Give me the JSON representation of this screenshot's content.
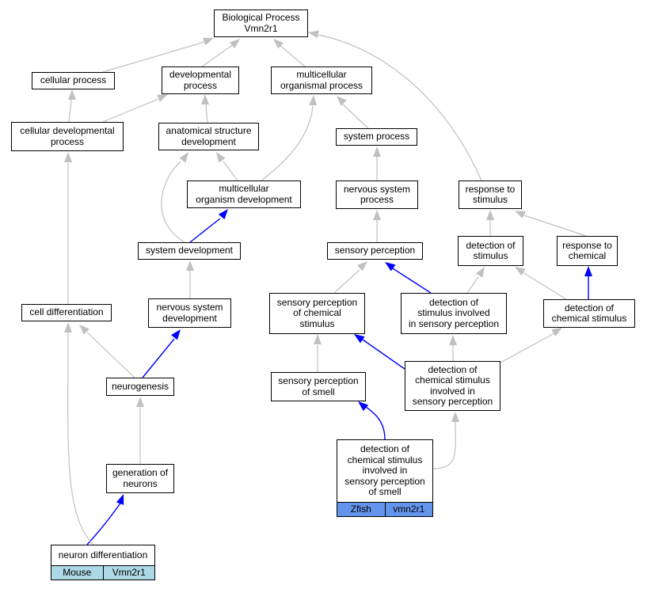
{
  "colors": {
    "gray_edge": "#c0c0c0",
    "blue_edge": "#0000ff",
    "mouse_tag": "#add8e6",
    "zfish_tag": "#6495ed"
  },
  "nodes": {
    "bp": "Biological Process\nVmn2r1",
    "cellular_process": "cellular process",
    "developmental_process": "developmental\nprocess",
    "multicellular_organismal_process": "multicellular\norganismal process",
    "cellular_developmental_process": "cellular developmental\nprocess",
    "anatomical_structure_development": "anatomical structure\ndevelopment",
    "system_process": "system process",
    "multicellular_organism_development": "multicellular\norganism development",
    "nervous_system_process": "nervous system\nprocess",
    "response_to_stimulus": "response to\nstimulus",
    "system_development": "system development",
    "sensory_perception": "sensory perception",
    "detection_of_stimulus": "detection of\nstimulus",
    "response_to_chemical": "response to\nchemical",
    "cell_differentiation": "cell differentiation",
    "nervous_system_development": "nervous system\ndevelopment",
    "sensory_perception_chemical": "sensory perception\nof chemical\nstimulus",
    "detection_stimulus_sensory": "detection of\nstimulus involved\nin sensory perception",
    "detection_chemical_stimulus": "detection of\nchemical stimulus",
    "neurogenesis": "neurogenesis",
    "sensory_perception_smell": "sensory perception\nof smell",
    "detection_chemical_sensory": "detection of\nchemical stimulus\ninvolved in\nsensory perception",
    "generation_of_neurons": "generation of\nneurons",
    "detection_chemical_smell": "detection of\nchemical stimulus\ninvolved in\nsensory perception\nof smell",
    "neuron_differentiation": "neuron differentiation"
  },
  "tags": {
    "neuron_differentiation": {
      "species": "Mouse",
      "gene": "Vmn2r1"
    },
    "detection_chemical_smell": {
      "species": "Zfish",
      "gene": "vmn2r1"
    }
  }
}
